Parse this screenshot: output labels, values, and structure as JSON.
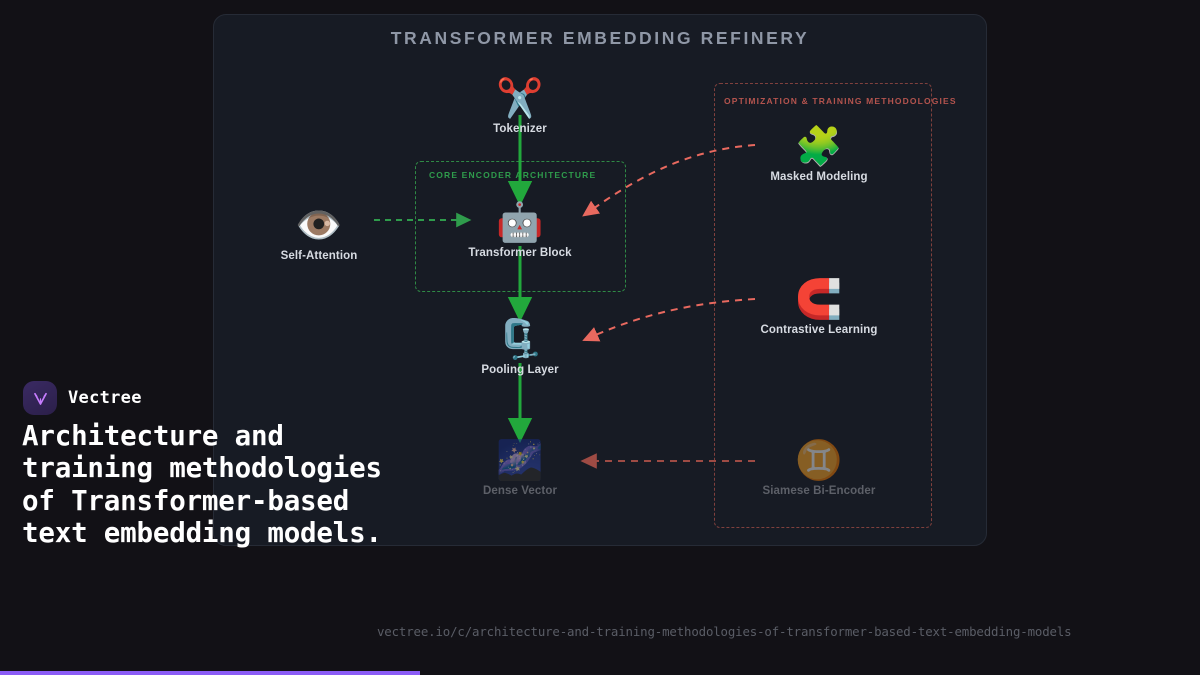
{
  "page": {
    "background_color": "#121116",
    "accent_color": "#8b5cf6"
  },
  "panel": {
    "title": "TRANSFORMER EMBEDDING REFINERY",
    "background_color": "#171b24",
    "border_color": "#262b36"
  },
  "groups": [
    {
      "id": "core-encoder",
      "label": "CORE ENCODER ARCHITECTURE",
      "color": "#2f9c4c",
      "border_color": "#2f8a45"
    },
    {
      "id": "optimization",
      "label": "OPTIMIZATION & TRAINING METHODOLOGIES",
      "color": "#b4544e",
      "border_color": "#80403d"
    }
  ],
  "nodes": {
    "tokenizer": {
      "label": "Tokenizer",
      "icon": "scissors-icon",
      "glyph": "✂️",
      "dimmed": false
    },
    "self_attention": {
      "label": "Self-Attention",
      "icon": "eye-icon",
      "glyph": "👁️",
      "dimmed": false
    },
    "transformer_block": {
      "label": "Transformer Block",
      "icon": "robot-icon",
      "glyph": "🤖",
      "dimmed": false
    },
    "pooling_layer": {
      "label": "Pooling Layer",
      "icon": "clamp-icon",
      "glyph": "🗜️",
      "dimmed": false
    },
    "dense_vector": {
      "label": "Dense Vector",
      "icon": "milky-way-icon",
      "glyph": "🌌",
      "dimmed": true
    },
    "masked_modeling": {
      "label": "Masked Modeling",
      "icon": "puzzle-piece-icon",
      "glyph": "🧩",
      "dimmed": false
    },
    "contrastive_learning": {
      "label": "Contrastive Learning",
      "icon": "magnet-icon",
      "glyph": "🧲",
      "dimmed": false
    },
    "siamese_bi_encoder": {
      "label": "Siamese Bi-Encoder",
      "icon": "gemini-icon",
      "glyph": "♊️",
      "dimmed": true
    }
  },
  "edges": {
    "flow_color": "#22a83c",
    "influence_color": "#e8695f",
    "attention_color": "#2f9c4c"
  },
  "brand": {
    "name": "Vectree",
    "logo_icon": "vectree-logo-icon"
  },
  "headline": "Architecture and training methodologies of Transformer-based text embedding models.",
  "url": "vectree.io/c/architecture-and-training-methodologies-of-transformer-based-text-embedding-models"
}
